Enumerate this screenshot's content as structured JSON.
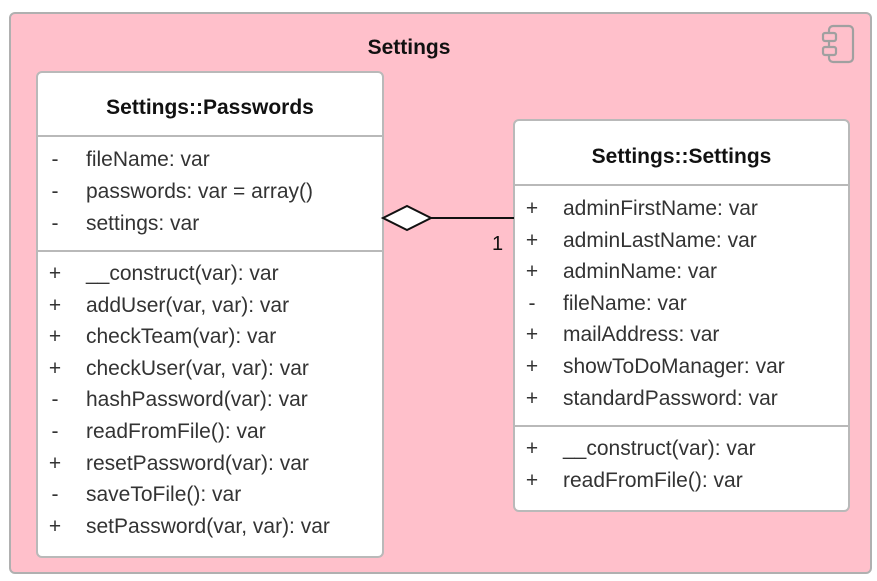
{
  "package": {
    "title": "Settings",
    "icon": "component-icon"
  },
  "passwords_class": {
    "title": "Settings::Passwords",
    "attributes": [
      {
        "vis": "-",
        "text": "fileName: var"
      },
      {
        "vis": "-",
        "text": "passwords: var = array()"
      },
      {
        "vis": "-",
        "text": "settings: var"
      }
    ],
    "methods": [
      {
        "vis": "+",
        "text": "__construct(var): var"
      },
      {
        "vis": "+",
        "text": "addUser(var, var): var"
      },
      {
        "vis": "+",
        "text": "checkTeam(var): var"
      },
      {
        "vis": "+",
        "text": "checkUser(var, var): var"
      },
      {
        "vis": "-",
        "text": "hashPassword(var): var"
      },
      {
        "vis": "-",
        "text": "readFromFile(): var"
      },
      {
        "vis": "+",
        "text": "resetPassword(var): var"
      },
      {
        "vis": "-",
        "text": "saveToFile(): var"
      },
      {
        "vis": "+",
        "text": "setPassword(var, var): var"
      }
    ]
  },
  "settings_class": {
    "title": "Settings::Settings",
    "attributes": [
      {
        "vis": "+",
        "text": "adminFirstName: var"
      },
      {
        "vis": "+",
        "text": "adminLastName: var"
      },
      {
        "vis": "+",
        "text": "adminName: var"
      },
      {
        "vis": "-",
        "text": "fileName: var"
      },
      {
        "vis": "+",
        "text": "mailAddress: var"
      },
      {
        "vis": "+",
        "text": "showToDoManager: var"
      },
      {
        "vis": "+",
        "text": "standardPassword: var"
      }
    ],
    "methods": [
      {
        "vis": "+",
        "text": "__construct(var): var"
      },
      {
        "vis": "+",
        "text": "readFromFile(): var"
      }
    ]
  },
  "aggregation": {
    "type": "aggregation",
    "multiplicity": "1"
  },
  "colors": {
    "package_fill": "#ffc0cb",
    "class_fill": "#ffffff",
    "border": "#b9b9b9",
    "text": "#333333"
  }
}
